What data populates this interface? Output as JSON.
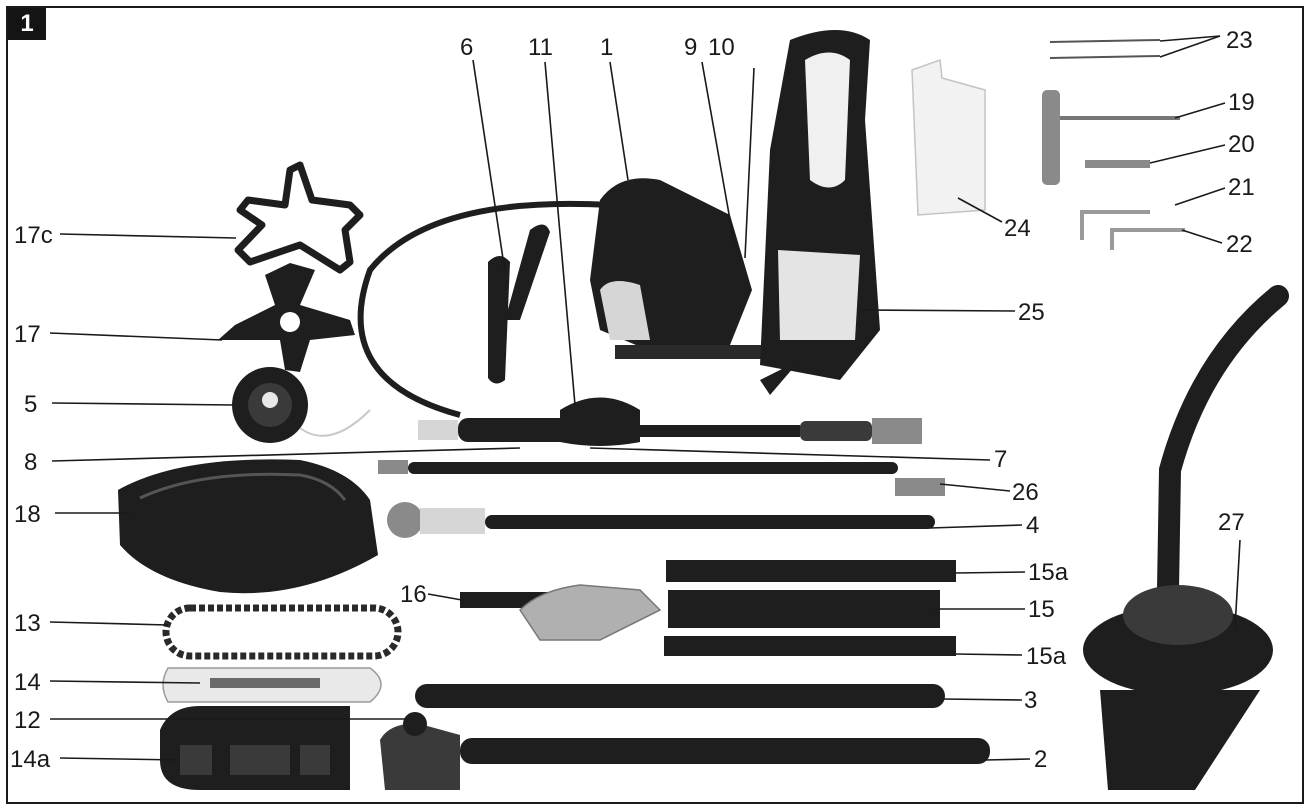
{
  "figure": {
    "number": "1"
  },
  "labels": {
    "l1": "1",
    "l2": "2",
    "l3": "3",
    "l4": "4",
    "l5": "5",
    "l6": "6",
    "l7": "7",
    "l8": "8",
    "l9": "9",
    "l10": "10",
    "l11": "11",
    "l12": "12",
    "l13": "13",
    "l14": "14",
    "l14a": "14a",
    "l15": "15",
    "l15a_top": "15a",
    "l15a_bottom": "15a",
    "l16": "16",
    "l17": "17",
    "l17c": "17c",
    "l18": "18",
    "l19": "19",
    "l20": "20",
    "l21": "21",
    "l22": "22",
    "l23": "23",
    "l24": "24",
    "l25": "25",
    "l26": "26",
    "l27": "27"
  }
}
